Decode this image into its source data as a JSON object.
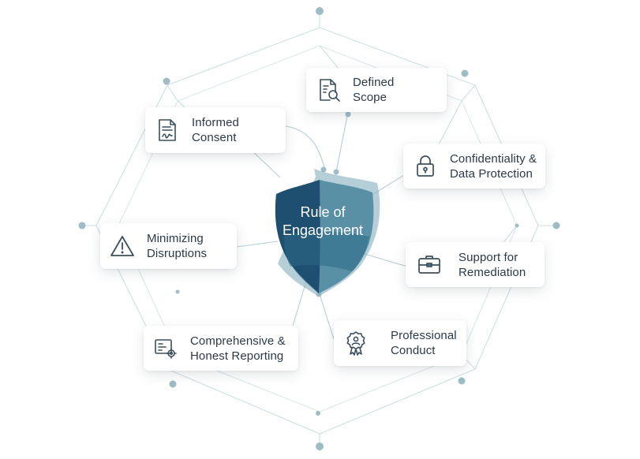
{
  "center": {
    "title": "Rule of\nEngagement"
  },
  "cards": [
    {
      "id": "defined-scope",
      "label": "Defined\nScope",
      "icon": "document-search-icon"
    },
    {
      "id": "informed-consent",
      "label": "Informed\nConsent",
      "icon": "signed-document-icon"
    },
    {
      "id": "confidentiality",
      "label": "Confidentiality &\nData Protection",
      "icon": "padlock-icon"
    },
    {
      "id": "minimizing-disruptions",
      "label": "Minimizing\nDisruptions",
      "icon": "warning-icon"
    },
    {
      "id": "support-remediation",
      "label": "Support for\nRemediation",
      "icon": "briefcase-icon"
    },
    {
      "id": "comprehensive-reporting",
      "label": "Comprehensive &\nHonest Reporting",
      "icon": "report-gear-icon"
    },
    {
      "id": "professional-conduct",
      "label": "Professional\nConduct",
      "icon": "award-badge-icon"
    }
  ],
  "colors": {
    "shield_dark": "#1d4e6f",
    "shield_mid": "#3a7590",
    "shield_light": "#7ba8b8",
    "lines": "#c6d9de",
    "dots": "#8fb1bb",
    "text": "#2b3a47",
    "icon": "#3c4f5c"
  }
}
